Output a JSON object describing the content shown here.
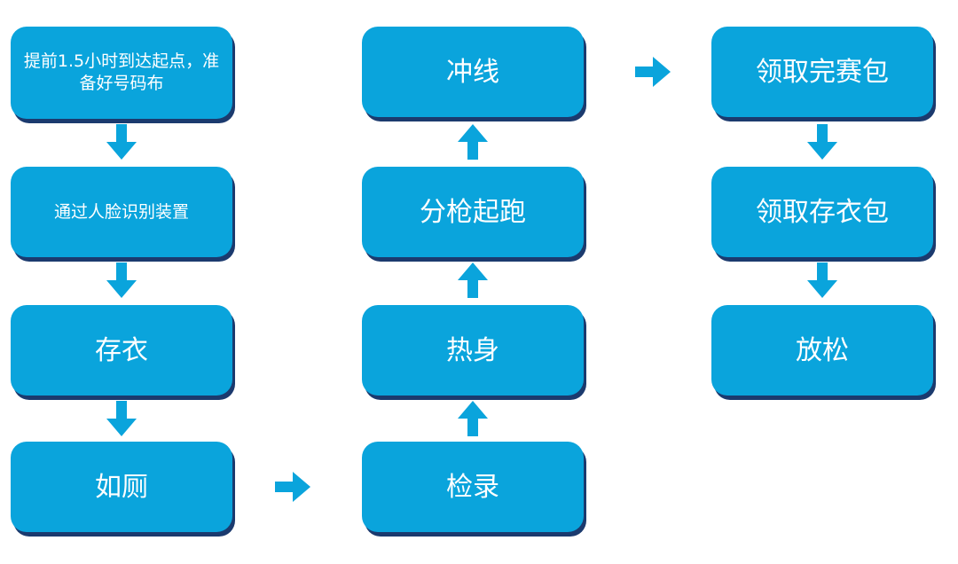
{
  "colors": {
    "box_fill": "#0aa4dc",
    "box_shadow": "#1b3a6e",
    "arrow": "#0aa4dc",
    "text": "#ffffff",
    "background": "#ffffff"
  },
  "steps": [
    {
      "id": "arrive",
      "label": "提前1.5小时到达起点，准备好号码布"
    },
    {
      "id": "face-recognition",
      "label": "通过人脸识别装置"
    },
    {
      "id": "bag-drop",
      "label": "存衣"
    },
    {
      "id": "restroom",
      "label": "如厕"
    },
    {
      "id": "check-in",
      "label": "检录"
    },
    {
      "id": "warm-up",
      "label": "热身"
    },
    {
      "id": "wave-start",
      "label": "分枪起跑"
    },
    {
      "id": "finish",
      "label": "冲线"
    },
    {
      "id": "finisher-pack",
      "label": "领取完赛包"
    },
    {
      "id": "bag-pickup",
      "label": "领取存衣包"
    },
    {
      "id": "relax",
      "label": "放松"
    }
  ],
  "flow": [
    [
      "arrive",
      "face-recognition"
    ],
    [
      "face-recognition",
      "bag-drop"
    ],
    [
      "bag-drop",
      "restroom"
    ],
    [
      "restroom",
      "check-in"
    ],
    [
      "check-in",
      "warm-up"
    ],
    [
      "warm-up",
      "wave-start"
    ],
    [
      "wave-start",
      "finish"
    ],
    [
      "finish",
      "finisher-pack"
    ],
    [
      "finisher-pack",
      "bag-pickup"
    ],
    [
      "bag-pickup",
      "relax"
    ]
  ],
  "arrow_icon": "thick-arrow"
}
